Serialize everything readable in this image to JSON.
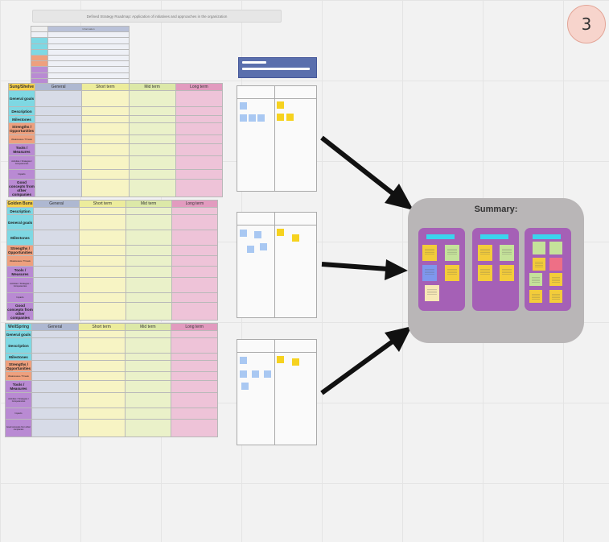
{
  "header": {
    "title": "Defined Strategy Roadmap: Application of initiatives and approaches in the organization",
    "step_number": "3"
  },
  "legend": {
    "header_label": "Information"
  },
  "strategy_tables": [
    {
      "title": "Sung/Shelve",
      "columns": [
        "General",
        "Short term",
        "Mid term",
        "Long term"
      ],
      "rows": [
        "General goals",
        "Description",
        "Milestones",
        "Strengths / Opportunities",
        "Weaknesses / Threats",
        "Tools / Measures",
        "Activities / Strategies / Competencies",
        "Impacts",
        "Good concepts from other companies"
      ]
    },
    {
      "title": "Golden Buns",
      "columns": [
        "General",
        "Short term",
        "Mid term",
        "Long term"
      ],
      "rows": [
        "Description",
        "General goals",
        "Milestones",
        "Strengths / Opportunities",
        "Weaknesses / Threats",
        "Tools / Measures",
        "Activities / Strategies / Competencies",
        "Impacts",
        "Good concepts from other companies"
      ]
    },
    {
      "title": "WellSpring",
      "columns": [
        "General",
        "Short term",
        "Mid term",
        "Long term"
      ],
      "rows": [
        "General goals",
        "Description",
        "Milestones",
        "Strengths / Opportunities",
        "Weaknesses / Threats",
        "Tools / Measures",
        "Activities / Strategies / Competencies",
        "Impacts",
        "Good concepts from other companies"
      ]
    }
  ],
  "summary": {
    "title": "Summary:"
  },
  "colors": {
    "summary_bg": "#b9b6b7",
    "group_bg": "#a560b6",
    "badge_bg": "#f7d4cc",
    "sticky_yellow": "#f3cc3a",
    "sticky_blue": "#a9c8f2"
  },
  "icons": [
    "arrow-right-icon"
  ]
}
